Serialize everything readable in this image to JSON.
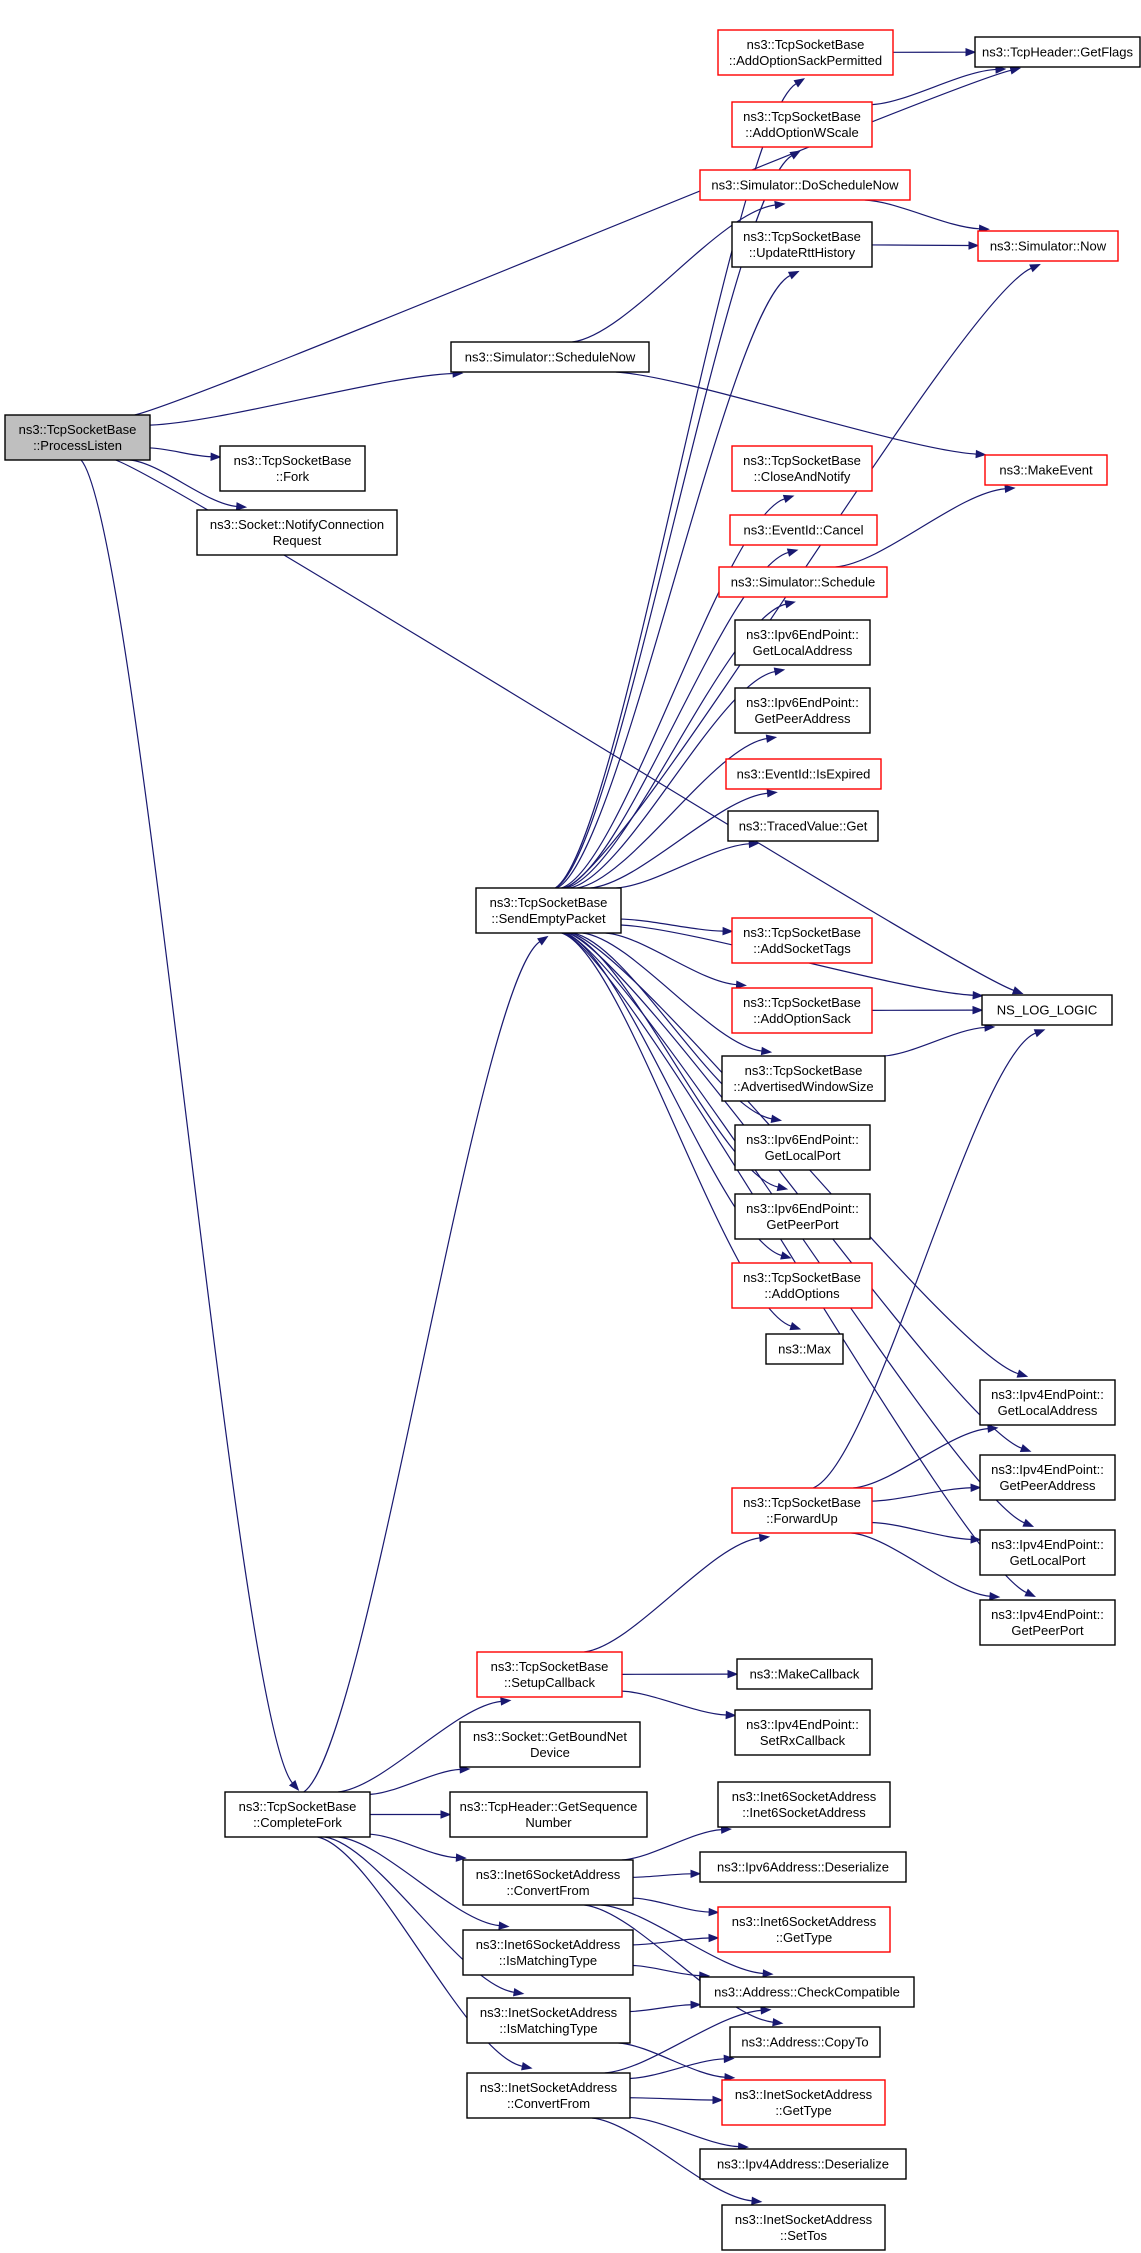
{
  "colors": {
    "edge": "#191970",
    "border_normal": "#000000",
    "border_truncated": "#ff0000",
    "root_fill": "#bfbfbf",
    "node_fill": "#ffffff"
  },
  "nodes": {
    "processListen": {
      "lines": [
        "ns3::TcpSocketBase",
        "::ProcessListen"
      ],
      "style": "root"
    },
    "getFlags": {
      "lines": [
        "ns3::TcpHeader::GetFlags"
      ],
      "style": "normal"
    },
    "addOptionSackPermitted": {
      "lines": [
        "ns3::TcpSocketBase",
        "::AddOptionSackPermitted"
      ],
      "style": "truncated"
    },
    "addOptionWScale": {
      "lines": [
        "ns3::TcpSocketBase",
        "::AddOptionWScale"
      ],
      "style": "truncated"
    },
    "doScheduleNow": {
      "lines": [
        "ns3::Simulator::DoScheduleNow"
      ],
      "style": "truncated"
    },
    "updateRttHistory": {
      "lines": [
        "ns3::TcpSocketBase",
        "::UpdateRttHistory"
      ],
      "style": "normal"
    },
    "simNow": {
      "lines": [
        "ns3::Simulator::Now"
      ],
      "style": "truncated"
    },
    "scheduleNow": {
      "lines": [
        "ns3::Simulator::ScheduleNow"
      ],
      "style": "normal"
    },
    "makeEvent": {
      "lines": [
        "ns3::MakeEvent"
      ],
      "style": "truncated"
    },
    "fork": {
      "lines": [
        "ns3::TcpSocketBase",
        "::Fork"
      ],
      "style": "normal"
    },
    "notifyConnReq": {
      "lines": [
        "ns3::Socket::NotifyConnection",
        "Request"
      ],
      "style": "normal"
    },
    "closeAndNotify": {
      "lines": [
        "ns3::TcpSocketBase",
        "::CloseAndNotify"
      ],
      "style": "truncated"
    },
    "eventCancel": {
      "lines": [
        "ns3::EventId::Cancel"
      ],
      "style": "truncated"
    },
    "simSchedule": {
      "lines": [
        "ns3::Simulator::Schedule"
      ],
      "style": "truncated"
    },
    "ipv6GetLocalAddress": {
      "lines": [
        "ns3::Ipv6EndPoint::",
        "GetLocalAddress"
      ],
      "style": "normal"
    },
    "ipv6GetPeerAddress": {
      "lines": [
        "ns3::Ipv6EndPoint::",
        "GetPeerAddress"
      ],
      "style": "normal"
    },
    "isExpired": {
      "lines": [
        "ns3::EventId::IsExpired"
      ],
      "style": "truncated"
    },
    "tracedGet": {
      "lines": [
        "ns3::TracedValue::Get"
      ],
      "style": "normal"
    },
    "sendEmptyPacket": {
      "lines": [
        "ns3::TcpSocketBase",
        "::SendEmptyPacket"
      ],
      "style": "normal"
    },
    "addSocketTags": {
      "lines": [
        "ns3::TcpSocketBase",
        "::AddSocketTags"
      ],
      "style": "truncated"
    },
    "addOptionSack": {
      "lines": [
        "ns3::TcpSocketBase",
        "::AddOptionSack"
      ],
      "style": "truncated"
    },
    "nsLogLogic": {
      "lines": [
        "NS_LOG_LOGIC"
      ],
      "style": "normal"
    },
    "advertisedWindowSize": {
      "lines": [
        "ns3::TcpSocketBase",
        "::AdvertisedWindowSize"
      ],
      "style": "normal"
    },
    "ipv6GetLocalPort": {
      "lines": [
        "ns3::Ipv6EndPoint::",
        "GetLocalPort"
      ],
      "style": "normal"
    },
    "ipv6GetPeerPort": {
      "lines": [
        "ns3::Ipv6EndPoint::",
        "GetPeerPort"
      ],
      "style": "normal"
    },
    "addOptions": {
      "lines": [
        "ns3::TcpSocketBase",
        "::AddOptions"
      ],
      "style": "truncated"
    },
    "max": {
      "lines": [
        "ns3::Max"
      ],
      "style": "normal"
    },
    "ipv4GetLocalAddress": {
      "lines": [
        "ns3::Ipv4EndPoint::",
        "GetLocalAddress"
      ],
      "style": "normal"
    },
    "ipv4GetPeerAddress": {
      "lines": [
        "ns3::Ipv4EndPoint::",
        "GetPeerAddress"
      ],
      "style": "normal"
    },
    "forwardUp": {
      "lines": [
        "ns3::TcpSocketBase",
        "::ForwardUp"
      ],
      "style": "truncated"
    },
    "ipv4GetLocalPort": {
      "lines": [
        "ns3::Ipv4EndPoint::",
        "GetLocalPort"
      ],
      "style": "normal"
    },
    "ipv4GetPeerPort": {
      "lines": [
        "ns3::Ipv4EndPoint::",
        "GetPeerPort"
      ],
      "style": "normal"
    },
    "setupCallback": {
      "lines": [
        "ns3::TcpSocketBase",
        "::SetupCallback"
      ],
      "style": "truncated"
    },
    "makeCallback": {
      "lines": [
        "ns3::MakeCallback"
      ],
      "style": "normal"
    },
    "setRxCallback": {
      "lines": [
        "ns3::Ipv4EndPoint::",
        "SetRxCallback"
      ],
      "style": "normal"
    },
    "getBoundNetDevice": {
      "lines": [
        "ns3::Socket::GetBoundNet",
        "Device"
      ],
      "style": "normal"
    },
    "completeFork": {
      "lines": [
        "ns3::TcpSocketBase",
        "::CompleteFork"
      ],
      "style": "normal"
    },
    "getSequenceNumber": {
      "lines": [
        "ns3::TcpHeader::GetSequence",
        "Number"
      ],
      "style": "normal"
    },
    "inet6Ctor": {
      "lines": [
        "ns3::Inet6SocketAddress",
        "::Inet6SocketAddress"
      ],
      "style": "normal"
    },
    "inet6ConvertFrom": {
      "lines": [
        "ns3::Inet6SocketAddress",
        "::ConvertFrom"
      ],
      "style": "normal"
    },
    "ipv6Deserialize": {
      "lines": [
        "ns3::Ipv6Address::Deserialize"
      ],
      "style": "normal"
    },
    "inet6GetType": {
      "lines": [
        "ns3::Inet6SocketAddress",
        "::GetType"
      ],
      "style": "truncated"
    },
    "inet6IsMatchingType": {
      "lines": [
        "ns3::Inet6SocketAddress",
        "::IsMatchingType"
      ],
      "style": "normal"
    },
    "checkCompatible": {
      "lines": [
        "ns3::Address::CheckCompatible"
      ],
      "style": "normal"
    },
    "inetIsMatchingType": {
      "lines": [
        "ns3::InetSocketAddress",
        "::IsMatchingType"
      ],
      "style": "normal"
    },
    "copyTo": {
      "lines": [
        "ns3::Address::CopyTo"
      ],
      "style": "normal"
    },
    "inetConvertFrom": {
      "lines": [
        "ns3::InetSocketAddress",
        "::ConvertFrom"
      ],
      "style": "normal"
    },
    "inetGetType": {
      "lines": [
        "ns3::InetSocketAddress",
        "::GetType"
      ],
      "style": "truncated"
    },
    "ipv4Deserialize": {
      "lines": [
        "ns3::Ipv4Address::Deserialize"
      ],
      "style": "normal"
    },
    "setTos": {
      "lines": [
        "ns3::InetSocketAddress",
        "::SetTos"
      ],
      "style": "normal"
    }
  },
  "edges": [
    [
      "processListen",
      "getFlags"
    ],
    [
      "processListen",
      "scheduleNow"
    ],
    [
      "processListen",
      "nsLogLogic"
    ],
    [
      "processListen",
      "fork"
    ],
    [
      "processListen",
      "notifyConnReq"
    ],
    [
      "processListen",
      "completeFork"
    ],
    [
      "addOptionSackPermitted",
      "getFlags"
    ],
    [
      "addOptionWScale",
      "getFlags"
    ],
    [
      "doScheduleNow",
      "simNow"
    ],
    [
      "updateRttHistory",
      "simNow"
    ],
    [
      "scheduleNow",
      "doScheduleNow"
    ],
    [
      "scheduleNow",
      "makeEvent"
    ],
    [
      "simSchedule",
      "makeEvent"
    ],
    [
      "sendEmptyPacket",
      "addOptionSackPermitted"
    ],
    [
      "sendEmptyPacket",
      "addOptionWScale"
    ],
    [
      "sendEmptyPacket",
      "updateRttHistory"
    ],
    [
      "sendEmptyPacket",
      "simNow"
    ],
    [
      "sendEmptyPacket",
      "closeAndNotify"
    ],
    [
      "sendEmptyPacket",
      "eventCancel"
    ],
    [
      "sendEmptyPacket",
      "simSchedule"
    ],
    [
      "sendEmptyPacket",
      "ipv6GetLocalAddress"
    ],
    [
      "sendEmptyPacket",
      "ipv6GetPeerAddress"
    ],
    [
      "sendEmptyPacket",
      "isExpired"
    ],
    [
      "sendEmptyPacket",
      "tracedGet"
    ],
    [
      "sendEmptyPacket",
      "nsLogLogic"
    ],
    [
      "sendEmptyPacket",
      "addSocketTags"
    ],
    [
      "sendEmptyPacket",
      "addOptionSack"
    ],
    [
      "sendEmptyPacket",
      "advertisedWindowSize"
    ],
    [
      "sendEmptyPacket",
      "ipv6GetLocalPort"
    ],
    [
      "sendEmptyPacket",
      "ipv6GetPeerPort"
    ],
    [
      "sendEmptyPacket",
      "addOptions"
    ],
    [
      "sendEmptyPacket",
      "max"
    ],
    [
      "sendEmptyPacket",
      "ipv4GetLocalAddress"
    ],
    [
      "sendEmptyPacket",
      "ipv4GetPeerAddress"
    ],
    [
      "sendEmptyPacket",
      "ipv4GetLocalPort"
    ],
    [
      "sendEmptyPacket",
      "ipv4GetPeerPort"
    ],
    [
      "addOptionSack",
      "nsLogLogic"
    ],
    [
      "advertisedWindowSize",
      "nsLogLogic"
    ],
    [
      "forwardUp",
      "nsLogLogic"
    ],
    [
      "forwardUp",
      "ipv4GetLocalAddress"
    ],
    [
      "forwardUp",
      "ipv4GetPeerAddress"
    ],
    [
      "forwardUp",
      "ipv4GetLocalPort"
    ],
    [
      "forwardUp",
      "ipv4GetPeerPort"
    ],
    [
      "setupCallback",
      "forwardUp"
    ],
    [
      "setupCallback",
      "makeCallback"
    ],
    [
      "setupCallback",
      "setRxCallback"
    ],
    [
      "completeFork",
      "sendEmptyPacket"
    ],
    [
      "completeFork",
      "setupCallback"
    ],
    [
      "completeFork",
      "getBoundNetDevice"
    ],
    [
      "completeFork",
      "getSequenceNumber"
    ],
    [
      "completeFork",
      "inet6ConvertFrom"
    ],
    [
      "completeFork",
      "inet6IsMatchingType"
    ],
    [
      "completeFork",
      "inetIsMatchingType"
    ],
    [
      "completeFork",
      "inetConvertFrom"
    ],
    [
      "inet6ConvertFrom",
      "inet6Ctor"
    ],
    [
      "inet6ConvertFrom",
      "ipv6Deserialize"
    ],
    [
      "inet6ConvertFrom",
      "inet6GetType"
    ],
    [
      "inet6ConvertFrom",
      "checkCompatible"
    ],
    [
      "inet6ConvertFrom",
      "copyTo"
    ],
    [
      "inet6IsMatchingType",
      "inet6GetType"
    ],
    [
      "inet6IsMatchingType",
      "checkCompatible"
    ],
    [
      "inetIsMatchingType",
      "checkCompatible"
    ],
    [
      "inetIsMatchingType",
      "inetGetType"
    ],
    [
      "inetConvertFrom",
      "checkCompatible"
    ],
    [
      "inetConvertFrom",
      "copyTo"
    ],
    [
      "inetConvertFrom",
      "inetGetType"
    ],
    [
      "inetConvertFrom",
      "ipv4Deserialize"
    ],
    [
      "inetConvertFrom",
      "setTos"
    ]
  ]
}
